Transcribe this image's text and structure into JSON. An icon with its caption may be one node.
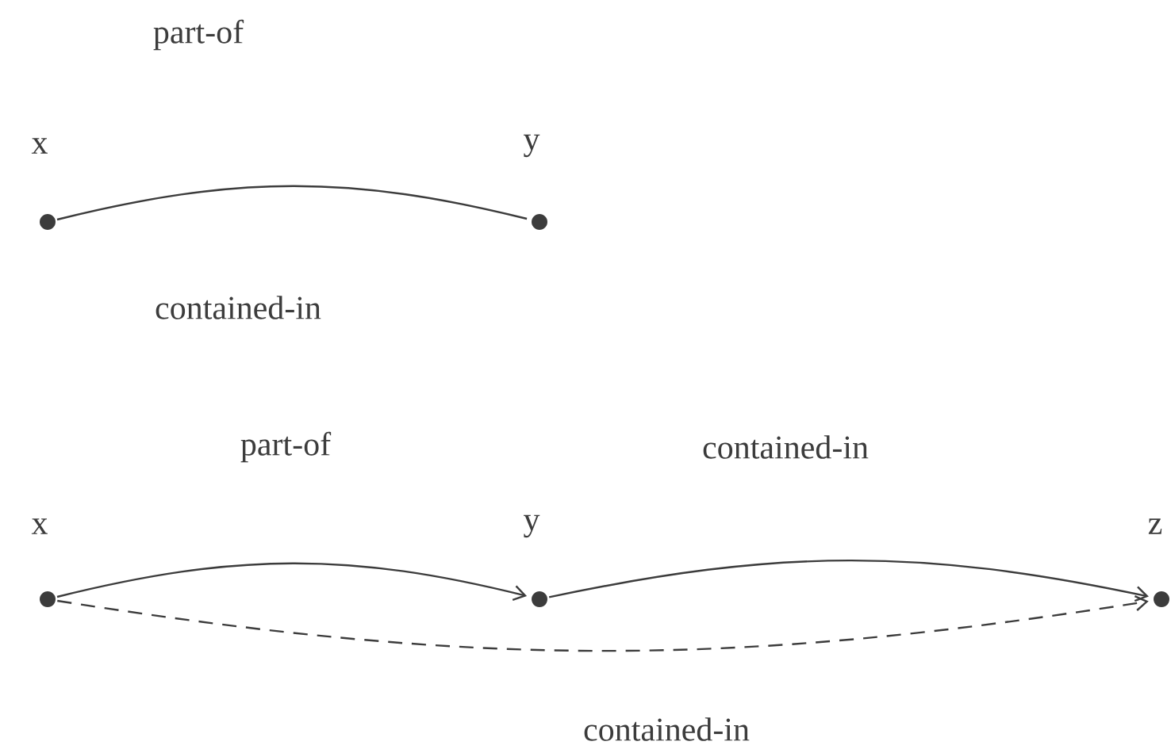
{
  "diagram": {
    "nodes": [
      {
        "text": [
          "x"
        ]
      },
      {
        "text": [
          "y"
        ]
      },
      {
        "text": [
          "x"
        ]
      },
      {
        "text": [
          "y"
        ]
      },
      {
        "text": [
          "z"
        ]
      }
    ],
    "edges": [
      {
        "from": 0,
        "to": 1,
        "arrow": "none",
        "label": "part-of"
      },
      {
        "from": 2,
        "to": 3,
        "arrow": "to",
        "label": "part-of"
      },
      {
        "from": 3,
        "to": 4,
        "arrow": "to",
        "label": "contained-in"
      },
      {
        "from": 2,
        "to": 4,
        "arrow": "to",
        "label": "contained-in",
        "style": "dashed"
      }
    ],
    "labels": [
      "contained-in"
    ]
  }
}
